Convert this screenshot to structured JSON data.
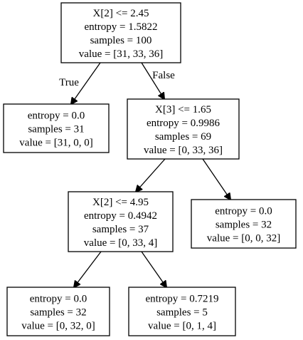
{
  "tree": {
    "nodes": [
      {
        "id": "n0",
        "lines": [
          "X[2] <= 2.45",
          "entropy = 1.5822",
          "samples = 100",
          "value = [31, 33, 36]"
        ]
      },
      {
        "id": "n1",
        "lines": [
          "entropy = 0.0",
          "samples = 31",
          "value = [31, 0, 0]"
        ]
      },
      {
        "id": "n2",
        "lines": [
          "X[3] <= 1.65",
          "entropy = 0.9986",
          "samples = 69",
          "value = [0, 33, 36]"
        ]
      },
      {
        "id": "n3",
        "lines": [
          "X[2] <= 4.95",
          "entropy = 0.4942",
          "samples = 37",
          "value = [0, 33, 4]"
        ]
      },
      {
        "id": "n4",
        "lines": [
          "entropy = 0.0",
          "samples = 32",
          "value = [0, 0, 32]"
        ]
      },
      {
        "id": "n5",
        "lines": [
          "entropy = 0.0",
          "samples = 32",
          "value = [0, 32, 0]"
        ]
      },
      {
        "id": "n6",
        "lines": [
          "entropy = 0.7219",
          "samples = 5",
          "value = [0, 1, 4]"
        ]
      }
    ],
    "edges": [
      {
        "from": "n0",
        "to": "n1",
        "label": "True"
      },
      {
        "from": "n0",
        "to": "n2",
        "label": "False"
      },
      {
        "from": "n2",
        "to": "n3",
        "label": ""
      },
      {
        "from": "n2",
        "to": "n4",
        "label": ""
      },
      {
        "from": "n3",
        "to": "n5",
        "label": ""
      },
      {
        "from": "n3",
        "to": "n6",
        "label": ""
      }
    ]
  }
}
